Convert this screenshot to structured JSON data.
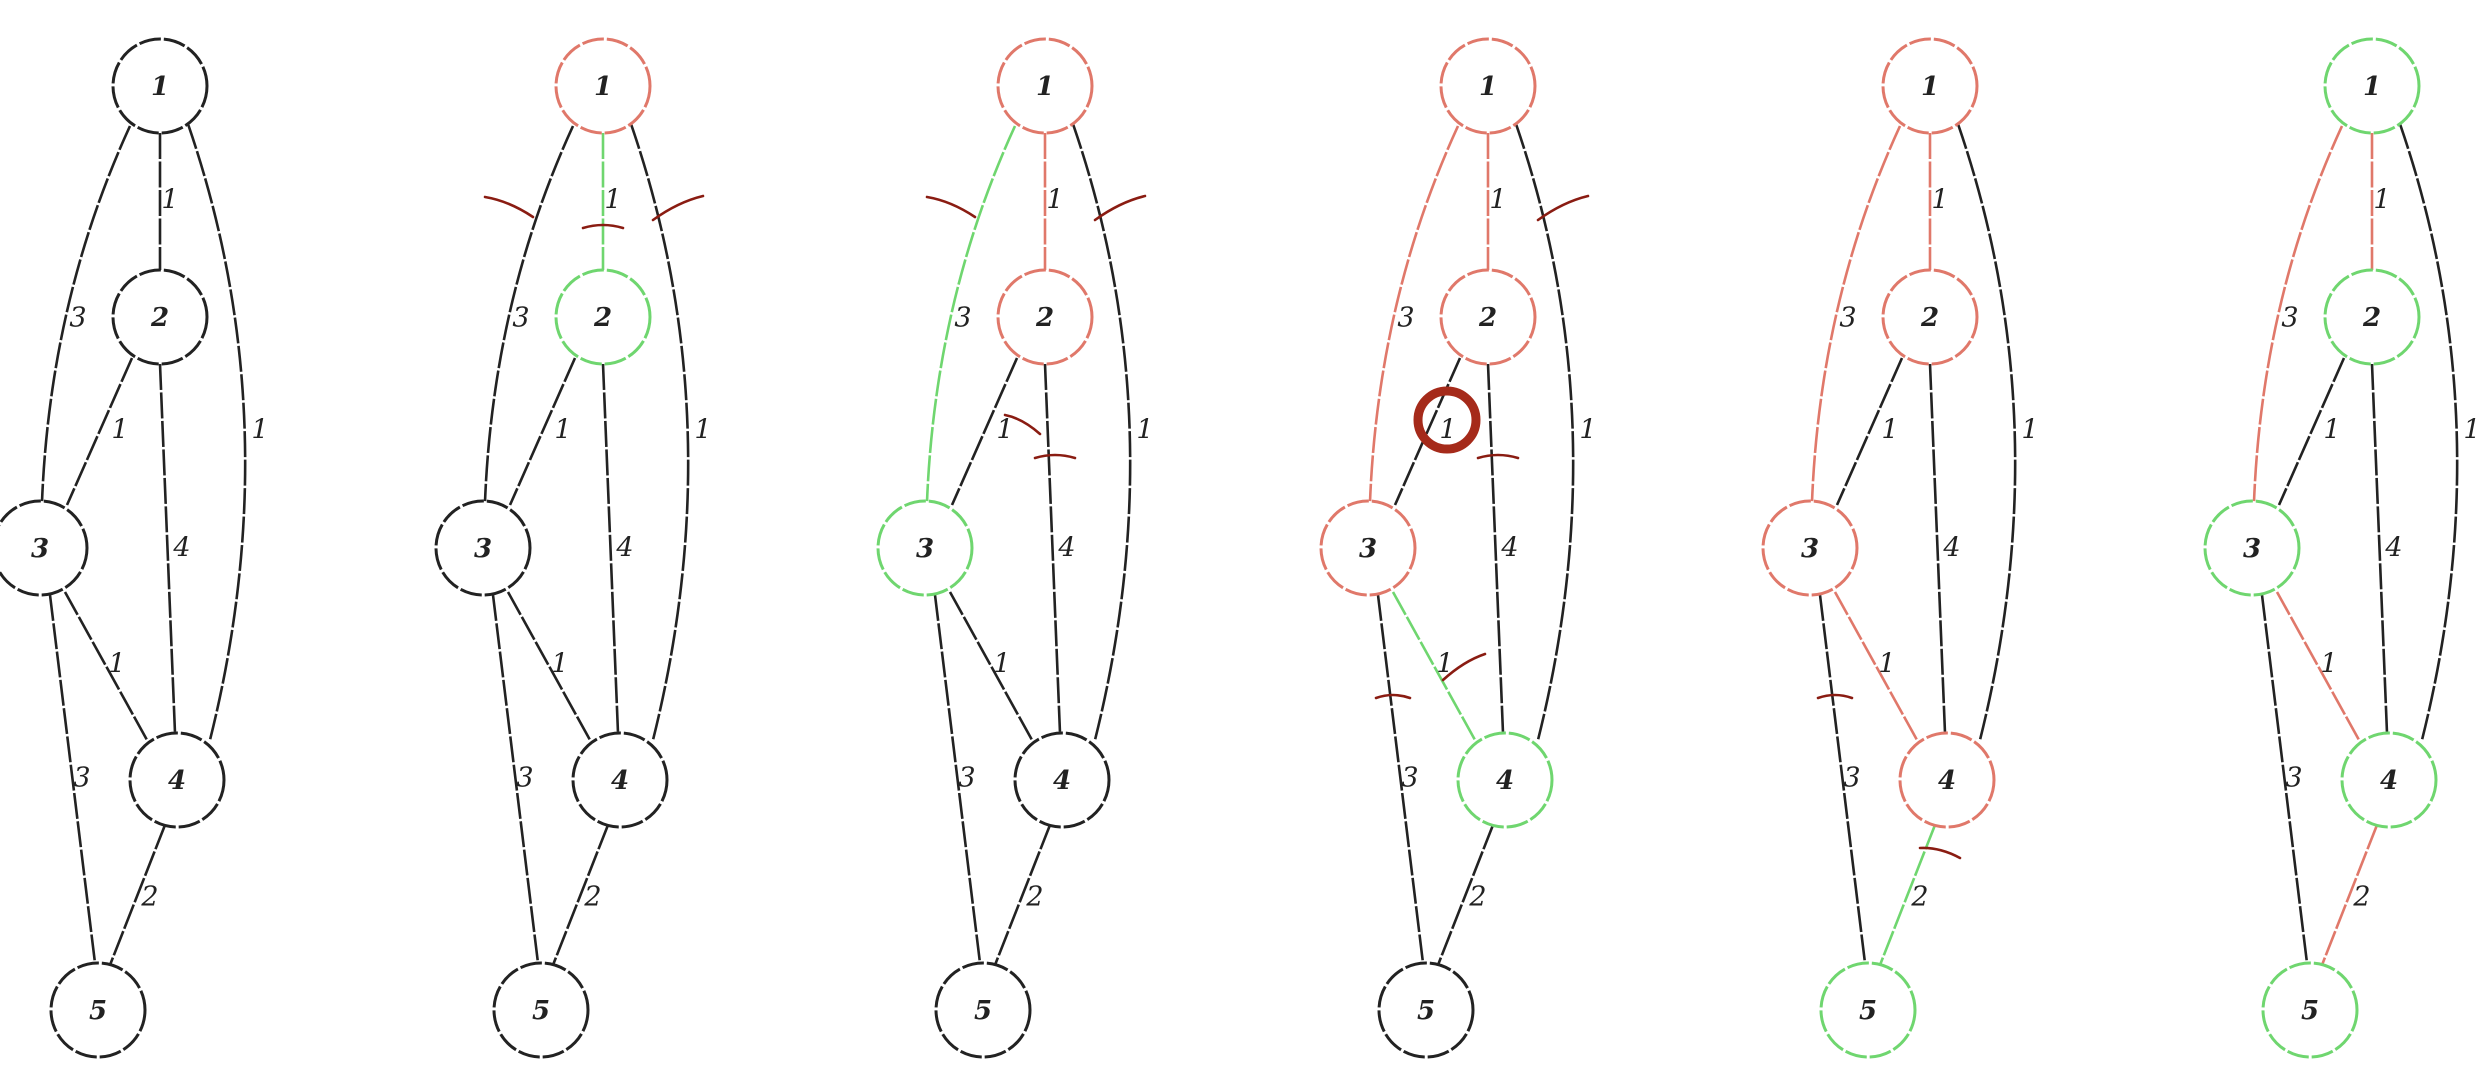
{
  "colors": {
    "default": "#222222",
    "visited": "#e0786a",
    "frontier": "#6fd66f",
    "cut_mark": "#8a1c12",
    "marker": "#a52a1a"
  },
  "graph": {
    "nodes": [
      {
        "id": "1",
        "label": "1"
      },
      {
        "id": "2",
        "label": "2"
      },
      {
        "id": "3",
        "label": "3"
      },
      {
        "id": "4",
        "label": "4"
      },
      {
        "id": "5",
        "label": "5"
      }
    ],
    "edges": [
      {
        "id": "e12",
        "from": "1",
        "to": "2",
        "weight": "1"
      },
      {
        "id": "e13",
        "from": "1",
        "to": "3",
        "weight": "3"
      },
      {
        "id": "e14",
        "from": "1",
        "to": "4",
        "weight": "1"
      },
      {
        "id": "e23",
        "from": "2",
        "to": "3",
        "weight": "1"
      },
      {
        "id": "e24",
        "from": "2",
        "to": "4",
        "weight": "4"
      },
      {
        "id": "e34",
        "from": "3",
        "to": "4",
        "weight": "1"
      },
      {
        "id": "e35",
        "from": "3",
        "to": "5",
        "weight": "3"
      },
      {
        "id": "e45",
        "from": "4",
        "to": "5",
        "weight": "2"
      }
    ]
  },
  "panels": [
    {
      "step": 0,
      "node_state": {
        "1": "default",
        "2": "default",
        "3": "default",
        "4": "default",
        "5": "default"
      },
      "edge_state": {},
      "cut_marks": [],
      "marker": null
    },
    {
      "step": 1,
      "node_state": {
        "1": "visited",
        "2": "frontier",
        "3": "default",
        "4": "default",
        "5": "default"
      },
      "edge_state": {
        "e12": "frontier"
      },
      "cut_marks": [
        "e13",
        "e12",
        "e14"
      ],
      "marker": null
    },
    {
      "step": 2,
      "node_state": {
        "1": "visited",
        "2": "visited",
        "3": "frontier",
        "4": "default",
        "5": "default"
      },
      "edge_state": {
        "e12": "visited",
        "e13": "frontier"
      },
      "cut_marks": [
        "e13",
        "e23",
        "e24",
        "e14"
      ],
      "marker": null
    },
    {
      "step": 3,
      "node_state": {
        "1": "visited",
        "2": "visited",
        "3": "visited",
        "4": "frontier",
        "5": "default"
      },
      "edge_state": {
        "e12": "visited",
        "e13": "visited",
        "e34": "frontier"
      },
      "cut_marks": [
        "e14",
        "e24",
        "e34",
        "e35"
      ],
      "marker": "e23"
    },
    {
      "step": 4,
      "node_state": {
        "1": "visited",
        "2": "visited",
        "3": "visited",
        "4": "visited",
        "5": "frontier"
      },
      "edge_state": {
        "e12": "visited",
        "e13": "visited",
        "e34": "visited",
        "e45": "frontier"
      },
      "cut_marks": [
        "e35",
        "e45"
      ],
      "marker": null
    },
    {
      "step": 5,
      "node_state": {
        "1": "frontier",
        "2": "frontier",
        "3": "frontier",
        "4": "frontier",
        "5": "frontier"
      },
      "edge_state": {
        "e12": "visited",
        "e13": "visited",
        "e34": "visited",
        "e45": "visited"
      },
      "cut_marks": [],
      "marker": null
    }
  ]
}
